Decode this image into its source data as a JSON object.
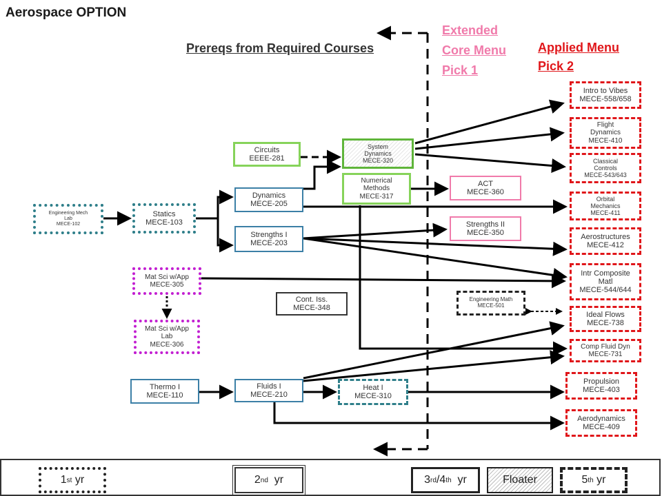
{
  "title": "Aerospace OPTION",
  "headers": {
    "prereqs": "Prereqs from Required Courses",
    "extended_core_line1": "Extended",
    "extended_core_line2": "Core Menu",
    "extended_core_line3": "Pick 1",
    "applied_line1": "Applied  Menu",
    "applied_line2": "Pick 2"
  },
  "courses": {
    "eng_mech_lab": "Engineering Mech\nLab\nMECE-102",
    "statics": "Statics\nMECE-103",
    "dynamics": "Dynamics\nMECE-205",
    "strengths1": "Strengths I\nMECE-203",
    "circuits": "Circuits\nEEEE-281",
    "system_dynamics": "System\nDynamics\nMECE-320",
    "numerical_methods": "Numerical\nMethods\nMECE-317",
    "mat_sci": "Mat Sci w/App\nMECE-305",
    "mat_sci_lab": "Mat Sci w/App\nLab\nMECE-306",
    "cont_iss": "Cont. Iss.\nMECE-348",
    "thermo": "Thermo I\nMECE-110",
    "fluids": "Fluids I\nMECE-210",
    "heat": "Heat I\nMECE-310",
    "act": "ACT\nMECE-360",
    "strengths2": "Strengths II\nMECE-350",
    "eng_math": "Engineering Math\nMECE-501"
  },
  "applied": {
    "vibes": "Intro to Vibes\nMECE-558/658",
    "flight": "Flight\nDynamics\nMECE-410",
    "classical": "Classical\nControls\nMECE-543/643",
    "orbital": "Orbital\nMechanics\nMECE-411",
    "aerostructures": "Aerostructures\nMECE-412",
    "composite": "Intr Composite\nMatl\nMECE-544/644",
    "ideal_flows": "Ideal Flows\nMECE-738",
    "comp_fluid": "Comp Fluid Dyn\nMECE-731",
    "propulsion": "Propulsion\nMECE-403",
    "aerodynamics": "Aerodynamics\nMECE-409"
  },
  "legend": {
    "y1_base": "1",
    "y1_sup": "st",
    "y1_tail": " yr",
    "y2_base": "2",
    "y2_sup": "nd",
    "y2_tail": "  yr",
    "y34_base": "3",
    "y34_sup": "rd",
    "y34_mid": "/4",
    "y34_sup2": "th",
    "y34_tail": "  yr",
    "floater": "Floater",
    "y5_base": "5",
    "y5_sup": "th",
    "y5_tail": " yr"
  },
  "colors": {
    "extended_core": "#f07aaa",
    "applied_menu": "#e0161a",
    "first_year": "#2f7f8a",
    "second_year": "#3b7fa6",
    "mat_sci": "#c21fd1",
    "green": "#86d35a"
  }
}
